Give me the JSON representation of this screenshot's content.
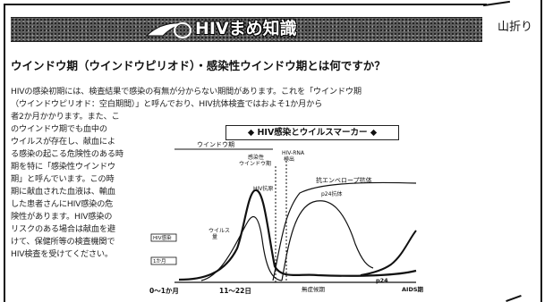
{
  "side_label": "山折り",
  "banner": {
    "title": "HIVまめ知識"
  },
  "question": "ウインドウ期（ウインドウピリオド）・感染性ウインドウ期とは何ですか？",
  "paragraph": {
    "full_lines": [
      "HIVの感染初期には、検査結果で感染の有無が分からない期間があります。これを「ウインドウ期",
      "（ウインドウピリオド：空白期間）」と呼んでおり、HIV抗体検査ではおよそ1か月から",
      "者2か月かかります。また、こ"
    ],
    "column_lines": [
      "のウインドウ期でも血中の",
      "ウイルスが存在し、献血によ",
      "る感染の起こる危険性のある時",
      "期を特に「感染性ウインドウ",
      "期」と呼んでいます。この時",
      "期に献血された血液は、輸血",
      "した患者さんにHIV感染の危",
      "険性があります。HIV感染の",
      "リスクのある場合は献血を避",
      "けて、保健所等の検査機関で",
      "HIV検査を受けてください。"
    ]
  },
  "chart": {
    "title": "◆ HIV感染とウイルスマーカー ◆",
    "labels": {
      "window_period": "ウインドウ期",
      "infectious_window": "感染性\nウインドウ期",
      "hiv_rna": "HIV-RNA\n検出",
      "hiv_antigen": "HIV抗原",
      "viral_load": "ウイルス\n量",
      "antibody": "抗エンベロープ抗体",
      "p24_antibody": "p24抗体",
      "p24": "p24",
      "stage_1": "0〜1か月",
      "stage_2": "11〜22日",
      "stage_3": "無症候期",
      "stage_4": "AIDS期",
      "axis_unit": "1か月"
    }
  }
}
